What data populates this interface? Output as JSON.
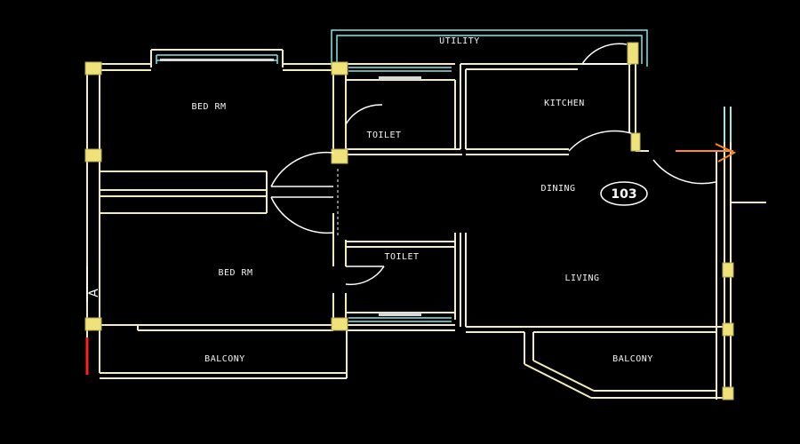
{
  "plan": {
    "rooms": {
      "utility": "UTILITY",
      "bed_rm_1": "BED RM",
      "kitchen": "KITCHEN",
      "toilet_1": "TOILET",
      "dining": "DINING",
      "bed_rm_2": "BED RM",
      "toilet_2": "TOILET",
      "living": "LIVING",
      "balcony_1": "BALCONY",
      "balcony_2": "BALCONY"
    },
    "unit_number": "103",
    "section_mark": "A"
  },
  "colors": {
    "wall": "#f3ecbc",
    "wall_alt": "#ffffff",
    "window": "#7fe8ea",
    "column": "#efe27a",
    "door": "#ffffff",
    "accent": "#ff8a2a",
    "section_red": "#ff2020"
  }
}
